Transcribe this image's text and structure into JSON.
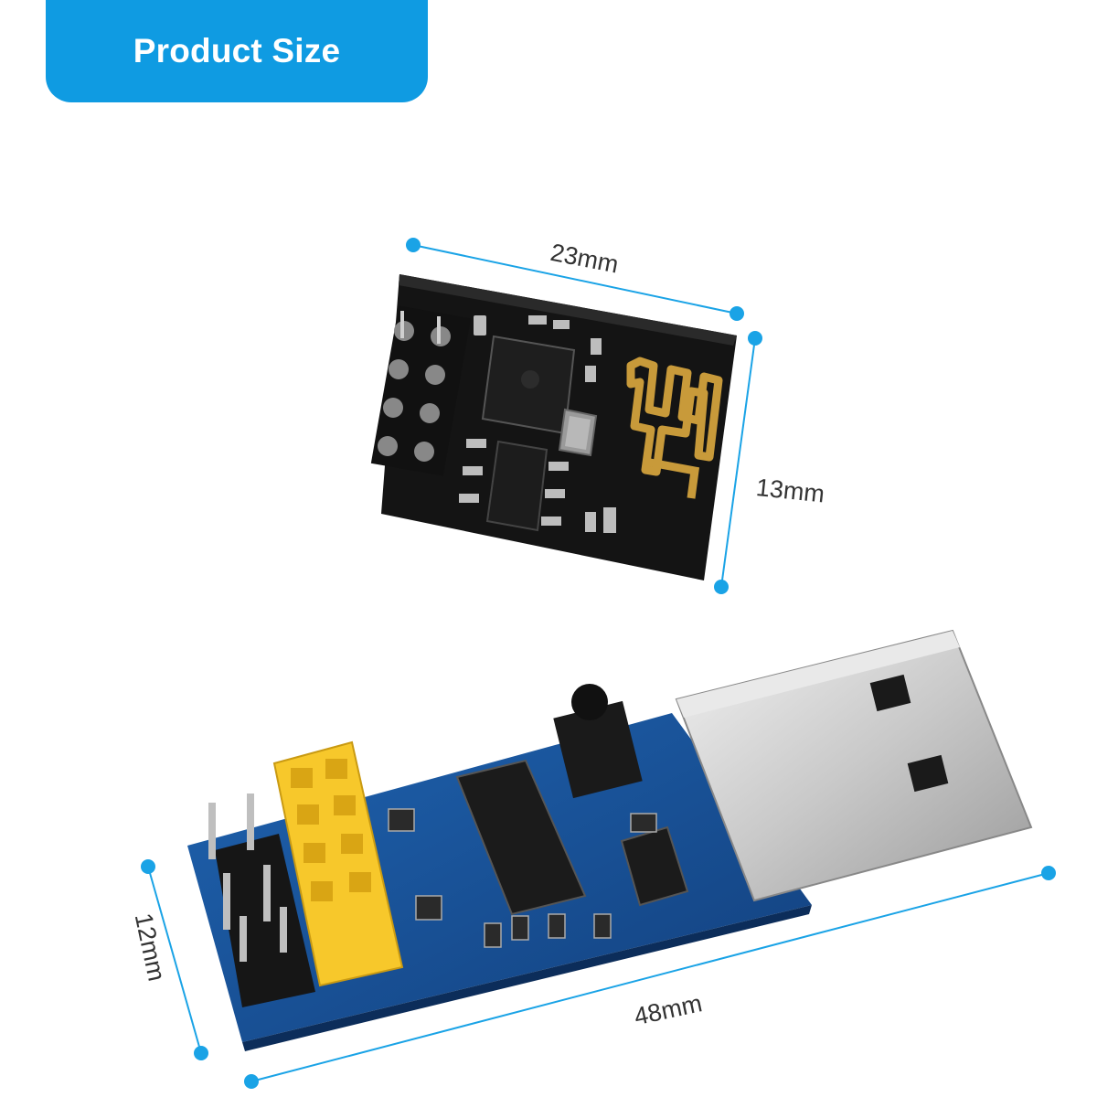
{
  "header": {
    "badge_label": "Product Size"
  },
  "colors": {
    "accent": "#1aa3e6",
    "badge": "#0f9be2",
    "pcb_black": "#141414",
    "pcb_blue": "#1c5aa0",
    "header_yellow": "#f7c82b",
    "gold": "#c89a3a"
  },
  "module_esp01": {
    "width_label": "23mm",
    "height_label": "13mm",
    "icons": [
      "chip-icon",
      "antenna-trace-icon",
      "crystal-oscillator-icon",
      "pin-header-icon"
    ]
  },
  "adapter_usb": {
    "width_label": "48mm",
    "height_label": "12mm",
    "icons": [
      "usb-connector-icon",
      "yellow-socket-icon",
      "button-icon",
      "ic-chip-icon",
      "pin-header-icon"
    ]
  }
}
